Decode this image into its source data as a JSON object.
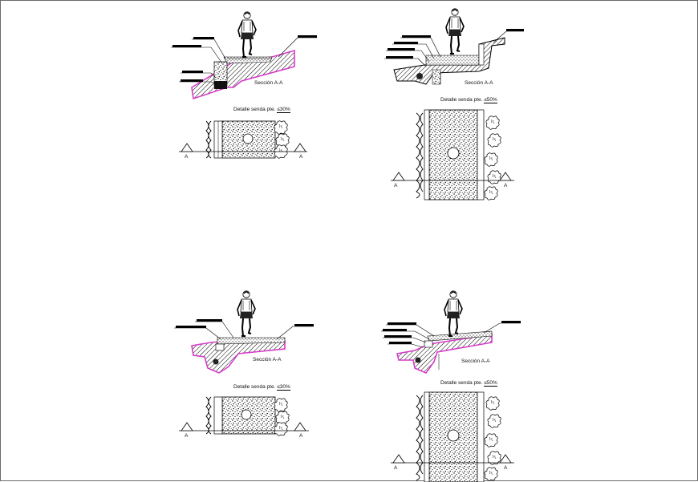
{
  "colors": {
    "terrain_outline": "#d63cc9",
    "ink": "#000000",
    "border": "#6a6a6a"
  },
  "drawings": [
    {
      "id": "tl",
      "section_label": "Sección A-A",
      "detail_prefix": "Detalle senda pte.",
      "detail_value": "≤30%",
      "cut_mark": "A"
    },
    {
      "id": "tr",
      "section_label": "Sección A-A",
      "detail_prefix": "Detalle senda pte.",
      "detail_value": "≤50%",
      "cut_mark": "A"
    },
    {
      "id": "bl",
      "section_label": "Sección A-A",
      "detail_prefix": "Detalle senda pte.",
      "detail_value": "≤30%",
      "cut_mark": "A"
    },
    {
      "id": "br",
      "section_label": "Sección A-A",
      "detail_prefix": "Detalle senda pte.",
      "detail_value": "≤50%",
      "cut_mark": "A"
    }
  ]
}
